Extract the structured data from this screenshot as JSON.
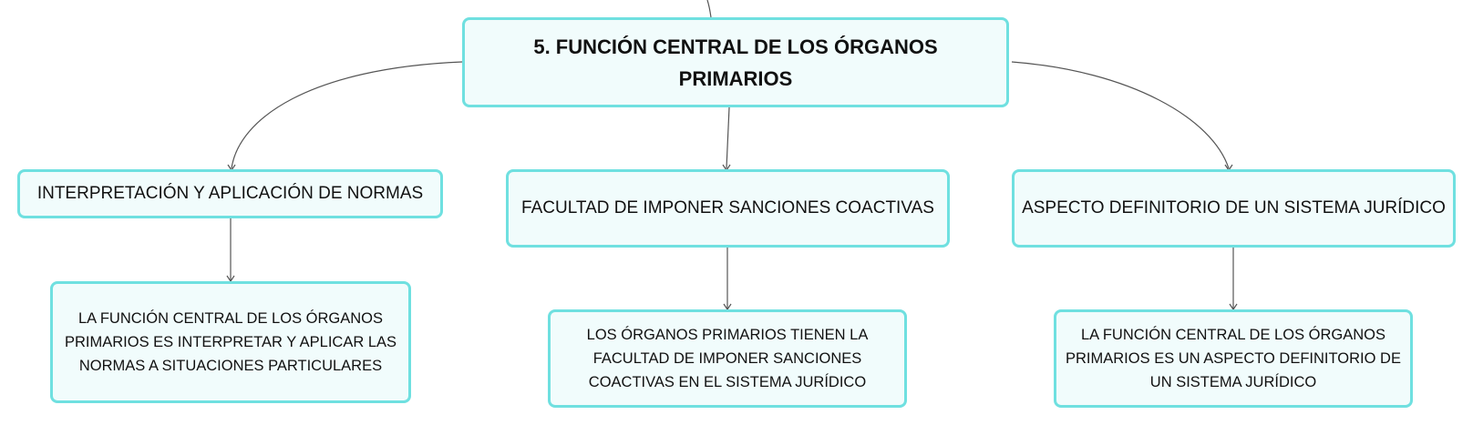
{
  "diagram": {
    "root": {
      "label": "5. FUNCIÓN CENTRAL DE LOS ÓRGANOS PRIMARIOS"
    },
    "topics": [
      {
        "label": "INTERPRETACIÓN Y APLICACIÓN DE NORMAS",
        "detail": "LA FUNCIÓN CENTRAL DE LOS ÓRGANOS PRIMARIOS ES INTERPRETAR Y APLICAR LAS NORMAS A SITUACIONES PARTICULARES"
      },
      {
        "label": "FACULTAD DE IMPONER SANCIONES COACTIVAS",
        "detail": "LOS ÓRGANOS PRIMARIOS TIENEN LA FACULTAD DE IMPONER SANCIONES COACTIVAS EN EL SISTEMA JURÍDICO"
      },
      {
        "label": "ASPECTO DEFINITORIO DE UN SISTEMA JURÍDICO",
        "detail": "LA FUNCIÓN CENTRAL DE LOS ÓRGANOS PRIMARIOS ES UN ASPECTO DEFINITORIO DE UN SISTEMA JURÍDICO"
      }
    ]
  },
  "colors": {
    "node_border": "#6fe0e0",
    "node_fill": "#f1fcfc",
    "connector": "#555555"
  }
}
